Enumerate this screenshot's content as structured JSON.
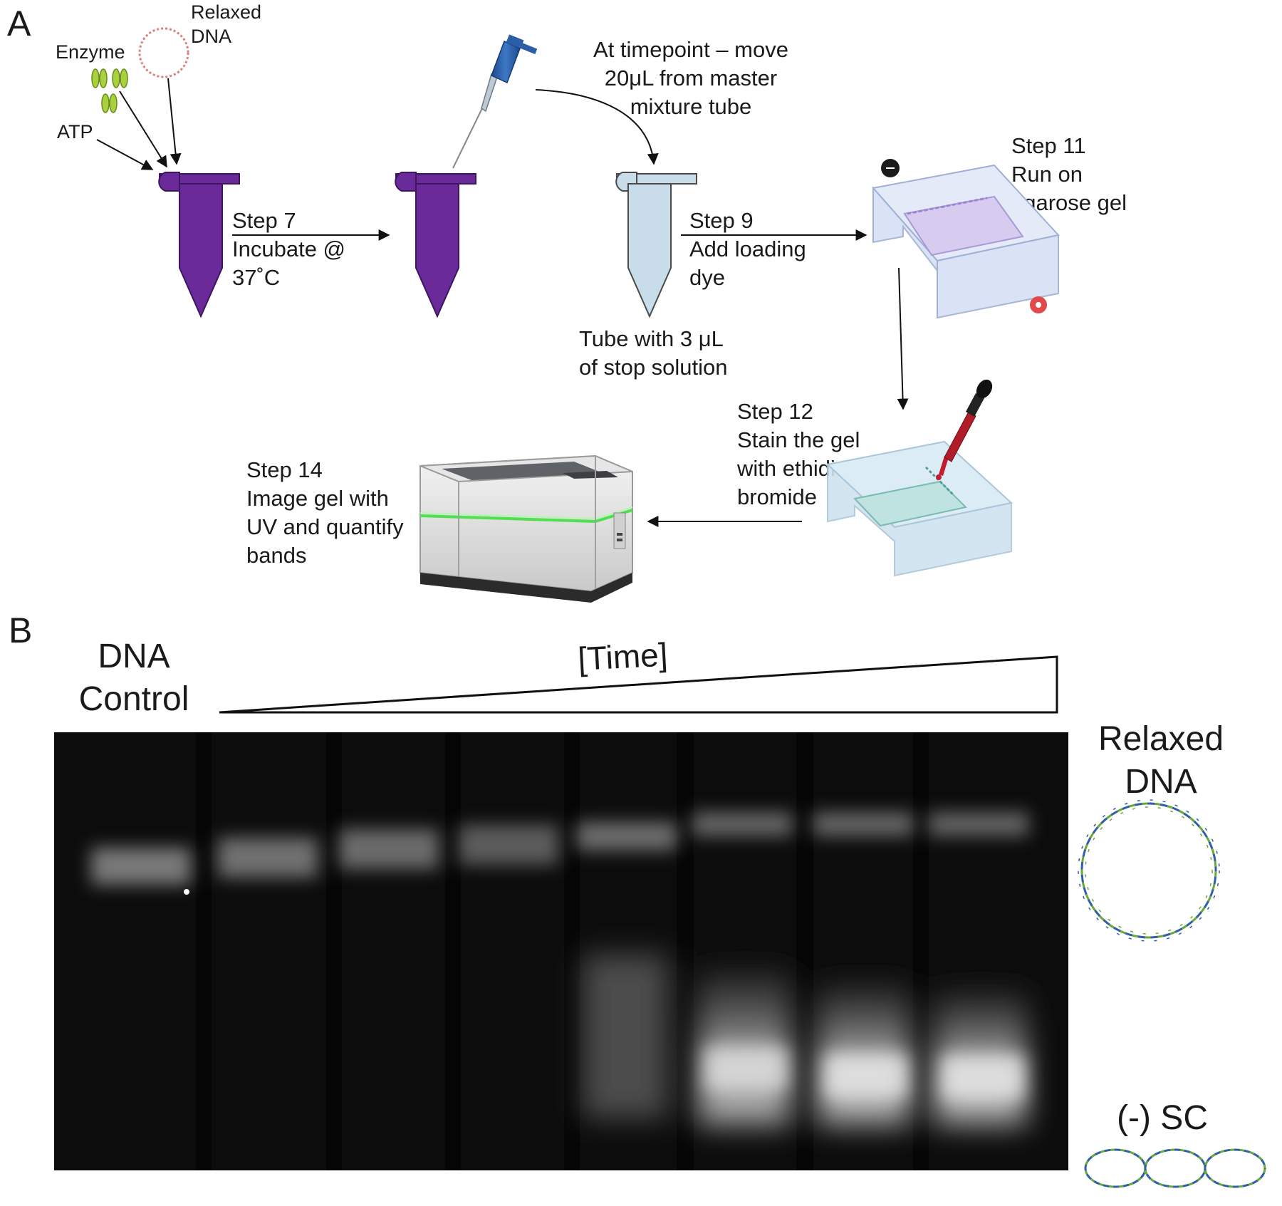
{
  "panel_a": {
    "letter": "A",
    "relaxed_dna": "Relaxed\nDNA",
    "enzyme": "Enzyme",
    "atp": "ATP",
    "step7": "Step 7\nIncubate @\n37˚C",
    "timepoint": "At timepoint – move\n20μL from master\nmixture tube",
    "step9": "Step 9\nAdd loading\ndye",
    "stop_tube": "Tube with 3 μL\nof stop solution",
    "step11": "Step 11\nRun on\nagarose gel",
    "step12": "Step 12\nStain the gel\nwith ethidium\nbromide",
    "step14": "Step 14\nImage gel with\nUV and quantify\nbands",
    "colors": {
      "tube_purple": "#6a2a9a",
      "tube_light": "#c9dcea",
      "enzyme_green": "#a8d23c",
      "dna_red": "#d9807a",
      "pipette_blue": "#2c5ea8",
      "gel_blue": "#cfd8f2",
      "imager_green": "#4fe04f"
    }
  },
  "panel_b": {
    "letter": "B",
    "dna_control": "DNA\nControl",
    "time": "[Time]",
    "relaxed_dna": "Relaxed\nDNA",
    "sc": "(-) SC",
    "colors": {
      "gel_bg": "#0c0c0c",
      "helix_green": "#6aa83a",
      "helix_blue": "#2f5db0"
    }
  }
}
